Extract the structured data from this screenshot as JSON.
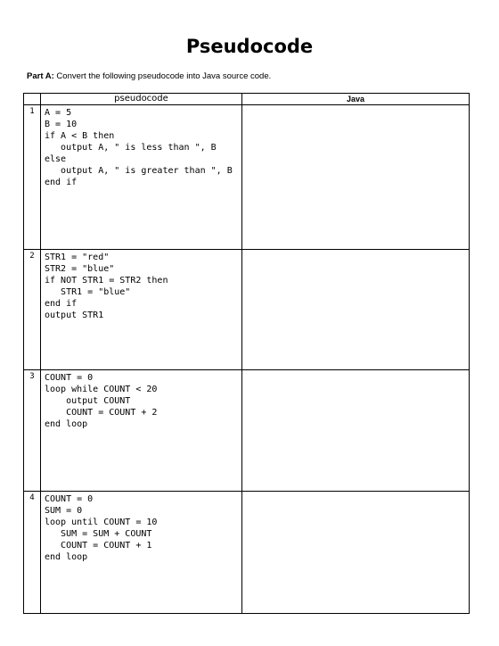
{
  "title": "Pseudocode",
  "instruction": {
    "label": "Part A:",
    "text": " Convert the following pseudocode into Java source code."
  },
  "table": {
    "headers": {
      "pseudocode": "pseudocode",
      "java": "Java"
    },
    "rows": [
      {
        "number": "1",
        "lines": [
          "A = 5",
          "B = 10",
          "if A < B then",
          "   output A, \" is less than \", B",
          "else",
          "   output A, \" is greater than \", B",
          "end if"
        ]
      },
      {
        "number": "2",
        "lines": [
          "STR1 = \"red\"",
          "STR2 = \"blue\"",
          "if NOT STR1 = STR2 then",
          "   STR1 = \"blue\"",
          "end if",
          "output STR1"
        ]
      },
      {
        "number": "3",
        "lines": [
          "COUNT = 0",
          "loop while COUNT < 20",
          "    output COUNT",
          "    COUNT = COUNT + 2",
          "end loop"
        ]
      },
      {
        "number": "4",
        "lines": [
          "COUNT = 0",
          "SUM = 0",
          "loop until COUNT = 10",
          "   SUM = SUM + COUNT",
          "   COUNT = COUNT + 1",
          "end loop"
        ]
      }
    ]
  }
}
